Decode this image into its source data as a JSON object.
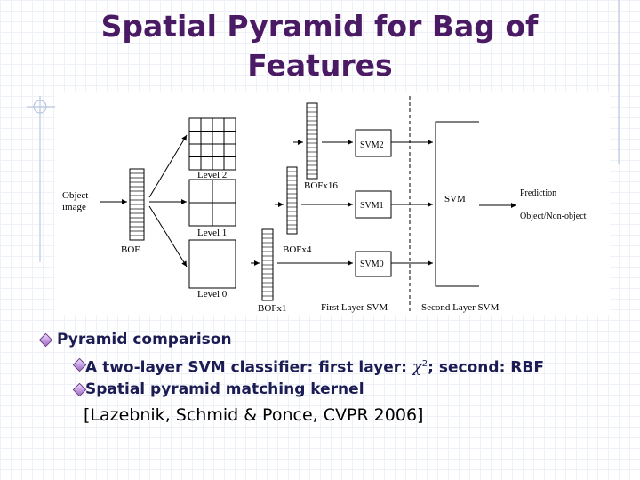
{
  "slide": {
    "title_line1": "Spatial Pyramid for Bag of",
    "title_line2": "Features"
  },
  "diagram": {
    "input_label_line1": "Object",
    "input_label_line2": "image",
    "bof_label": "BOF",
    "level_labels": [
      "Level 2",
      "Level 1",
      "Level 0"
    ],
    "feature_labels": [
      "BOFx16",
      "BOFx4",
      "BOFx1"
    ],
    "svm_labels": [
      "SVM2",
      "SVM1",
      "SVM0"
    ],
    "final_svm_label": "SVM",
    "output_label": "Prediction",
    "output_classes": "Object/Non-object",
    "first_layer_caption": "First Layer SVM",
    "second_layer_caption": "Second Layer SVM"
  },
  "bullets": {
    "main": "Pyramid comparison",
    "sub1_pre": "A  two-layer SVM classifier: first layer: ",
    "sub1_symbol": "χ",
    "sub1_superscript": "2",
    "sub1_post": "; second: RBF",
    "sub2": "Spatial pyramid matching kernel"
  },
  "citation": "[Lazebnik, Schmid & Ponce, CVPR 2006]",
  "colors": {
    "title": "#4b1a64",
    "body_text": "#1c1c55",
    "bullet_icon": "#a06bc8"
  }
}
